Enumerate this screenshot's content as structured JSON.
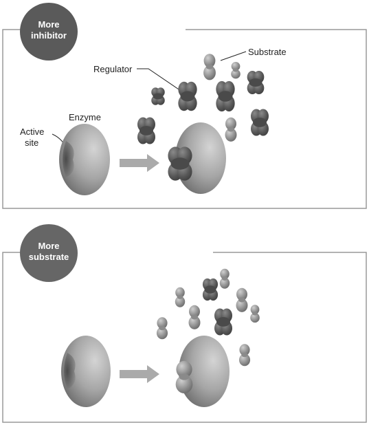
{
  "panels": [
    {
      "badge_lines": [
        "More",
        "inhibitor"
      ],
      "labels": {
        "substrate": "Substrate",
        "regulator": "Regulator",
        "enzyme": "Enzyme",
        "active_site_lines": [
          "Active",
          "site"
        ]
      }
    },
    {
      "badge_lines": [
        "More",
        "substrate"
      ]
    }
  ],
  "colors": {
    "frame": "#999999",
    "badge_top": "#555555",
    "badge_bottom": "#777777",
    "enzyme": "#9a9a9a",
    "regulator": "#555555",
    "substrate": "#8a8a8a",
    "arrow": "#aaaaaa"
  }
}
